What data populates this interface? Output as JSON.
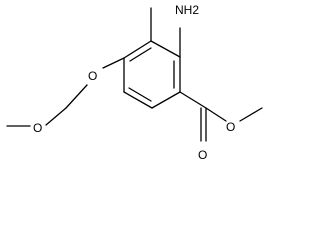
{
  "molecule": {
    "atoms": {
      "amino": "NH2",
      "ether_oxygen": "O",
      "methoxy_oxygen": "O",
      "ester_alkoxy_oxygen": "O",
      "carbonyl_oxygen": "O"
    }
  },
  "colors": {
    "bond": "#000000",
    "text": "#000000",
    "background": "#ffffff"
  }
}
